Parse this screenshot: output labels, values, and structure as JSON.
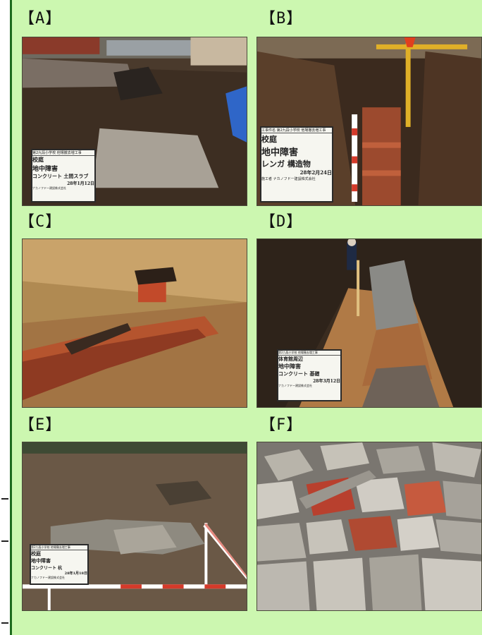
{
  "panels": [
    {
      "label": "【A】",
      "board": {
        "project": "第2九段小学校 他場撤去増工事",
        "location": "校庭",
        "item1": "地中障害",
        "item2": "コンクリート 土間スラブ",
        "date": "28年1月12日",
        "contractor": "ナカノフドー建設株式会社"
      }
    },
    {
      "label": "【B】",
      "board": {
        "project": "工事件名 第2九段小学校 他場撤去増工事",
        "location": "校庭",
        "item1": "地中障害",
        "item2": "レンガ 構造物",
        "date": "28年2月24日",
        "contractor": "施工者 ナカノフドー建設株式会社"
      }
    },
    {
      "label": "【C】"
    },
    {
      "label": "【D】",
      "board": {
        "project": "第2九段小学校 他場撤去増工事",
        "location": "体育館周辺",
        "item1": "地中障害",
        "item2": "コンクリート 基礎",
        "date": "28年3月12日",
        "contractor": "ナカノフドー建設株式会社"
      }
    },
    {
      "label": "【E】",
      "board": {
        "project": "第2九段小学校 他場撤去増工事",
        "location": "校庭",
        "item1": "地中障害",
        "item2": "コンクリート 杭",
        "date": "28年1月18日",
        "contractor": "ナカノフドー建設株式会社"
      }
    },
    {
      "label": "【F】"
    }
  ]
}
